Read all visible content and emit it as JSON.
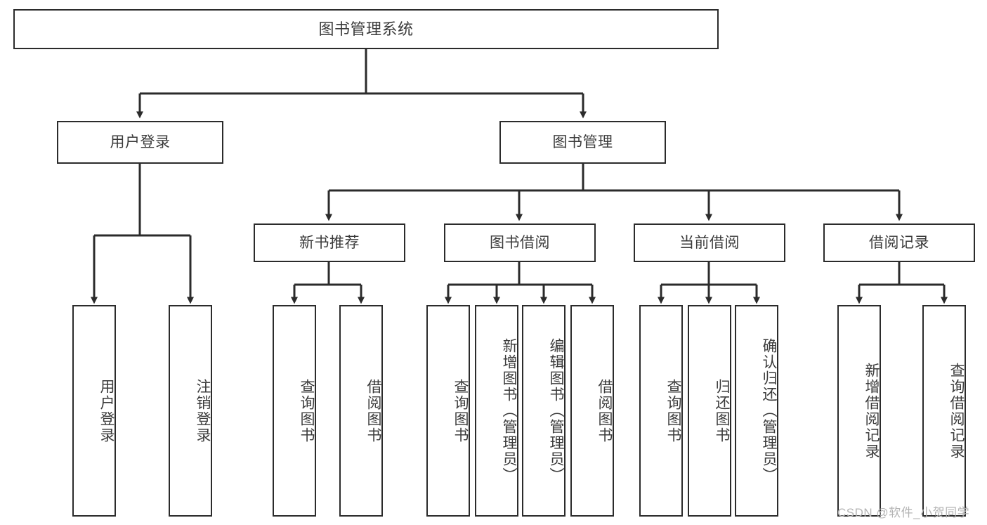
{
  "diagram": {
    "type": "tree-hierarchy",
    "title": "图书管理系统",
    "watermark": "CSDN @软件_小贺同学",
    "nodes": {
      "root": {
        "label": "图书管理系统"
      },
      "level2": [
        {
          "id": "user-login",
          "label": "用户登录"
        },
        {
          "id": "book-management",
          "label": "图书管理"
        }
      ],
      "level3": [
        {
          "id": "new-book-recommend",
          "label": "新书推荐"
        },
        {
          "id": "book-borrow",
          "label": "图书借阅"
        },
        {
          "id": "current-borrow",
          "label": "当前借阅"
        },
        {
          "id": "borrow-record",
          "label": "借阅记录"
        }
      ],
      "leaves": {
        "user_login": [
          {
            "id": "leaf-user-login",
            "label": "用户登录"
          },
          {
            "id": "leaf-logout-login",
            "label": "注销登录"
          }
        ],
        "new_book_recommend": [
          {
            "id": "leaf-query-book-1",
            "label": "查询图书"
          },
          {
            "id": "leaf-borrow-book-1",
            "label": "借阅图书"
          }
        ],
        "book_borrow": [
          {
            "id": "leaf-query-book-2",
            "label": "查询图书"
          },
          {
            "id": "leaf-add-book",
            "label": "新增图书（管理员）"
          },
          {
            "id": "leaf-edit-book",
            "label": "编辑图书（管理员）"
          },
          {
            "id": "leaf-borrow-book-2",
            "label": "借阅图书"
          }
        ],
        "current_borrow": [
          {
            "id": "leaf-query-book-3",
            "label": "查询图书"
          },
          {
            "id": "leaf-return-book",
            "label": "归还图书"
          },
          {
            "id": "leaf-confirm-return",
            "label": "确认归还（管理员）"
          }
        ],
        "borrow_record": [
          {
            "id": "leaf-add-record",
            "label": "新增借阅记录"
          },
          {
            "id": "leaf-query-record",
            "label": "查询借阅记录"
          }
        ]
      }
    },
    "colors": {
      "border": "#2b2b2b",
      "text": "#3b3b3b",
      "background": "#ffffff",
      "connector": "#2b2b2b",
      "watermark": "#b4b4b4"
    }
  }
}
